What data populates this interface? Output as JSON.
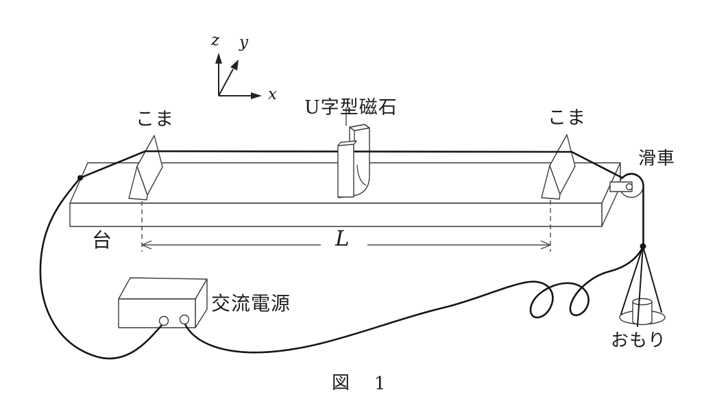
{
  "figure": {
    "caption": {
      "prefix": "図",
      "number": "1"
    },
    "labels": {
      "axis_z": "z",
      "axis_y": "y",
      "axis_x": "x",
      "bridge_left": "こま",
      "bridge_right": "こま",
      "magnet": "U字型磁石",
      "pulley": "滑車",
      "stand": "台",
      "length": "L",
      "power_supply": "交流電源",
      "weight": "おもり"
    },
    "colors": {
      "background": "#ffffff",
      "line": "#3a3a3a",
      "wire": "#151515",
      "text": "#1c1c1c"
    }
  }
}
